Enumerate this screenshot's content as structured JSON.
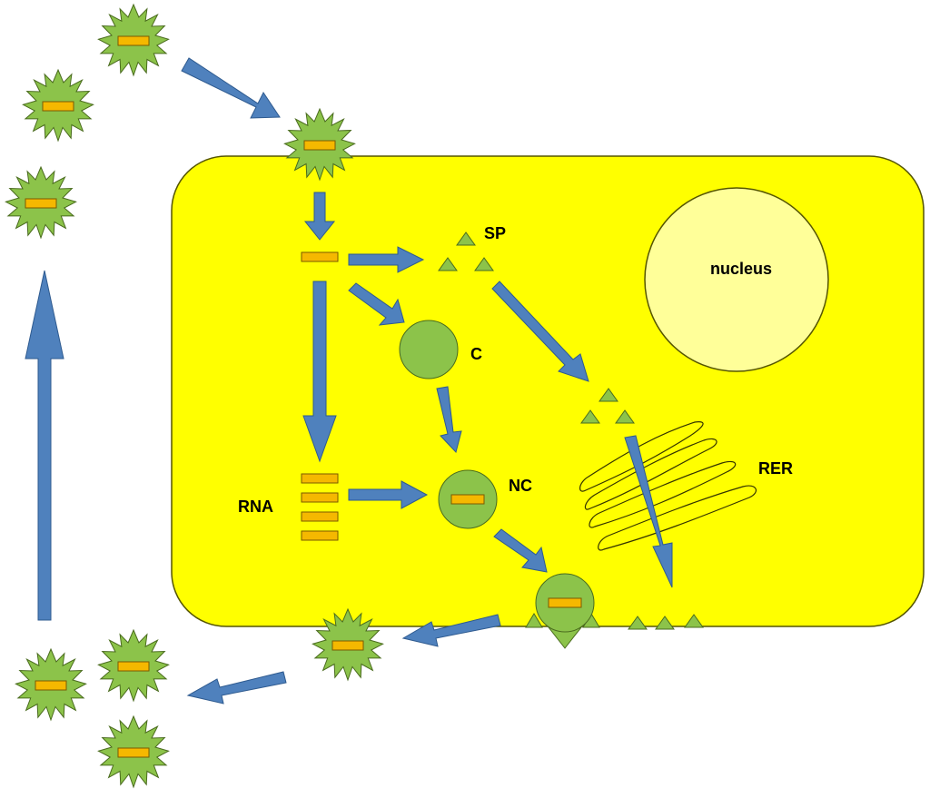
{
  "colors": {
    "cell": "#ffff00",
    "nucleus": "#ffff99",
    "virion": "#8cc34a",
    "rna": "#f5b800",
    "arrow": "#4f81bd"
  },
  "labels": {
    "nucleus": "nucleus",
    "sp": "SP",
    "c": "C",
    "rna": "RNA",
    "nc": "NC",
    "rer": "RER"
  },
  "icons": {
    "virion": "spiky-virus-particle",
    "rna": "rna-segment",
    "protein": "triangle-protein"
  }
}
